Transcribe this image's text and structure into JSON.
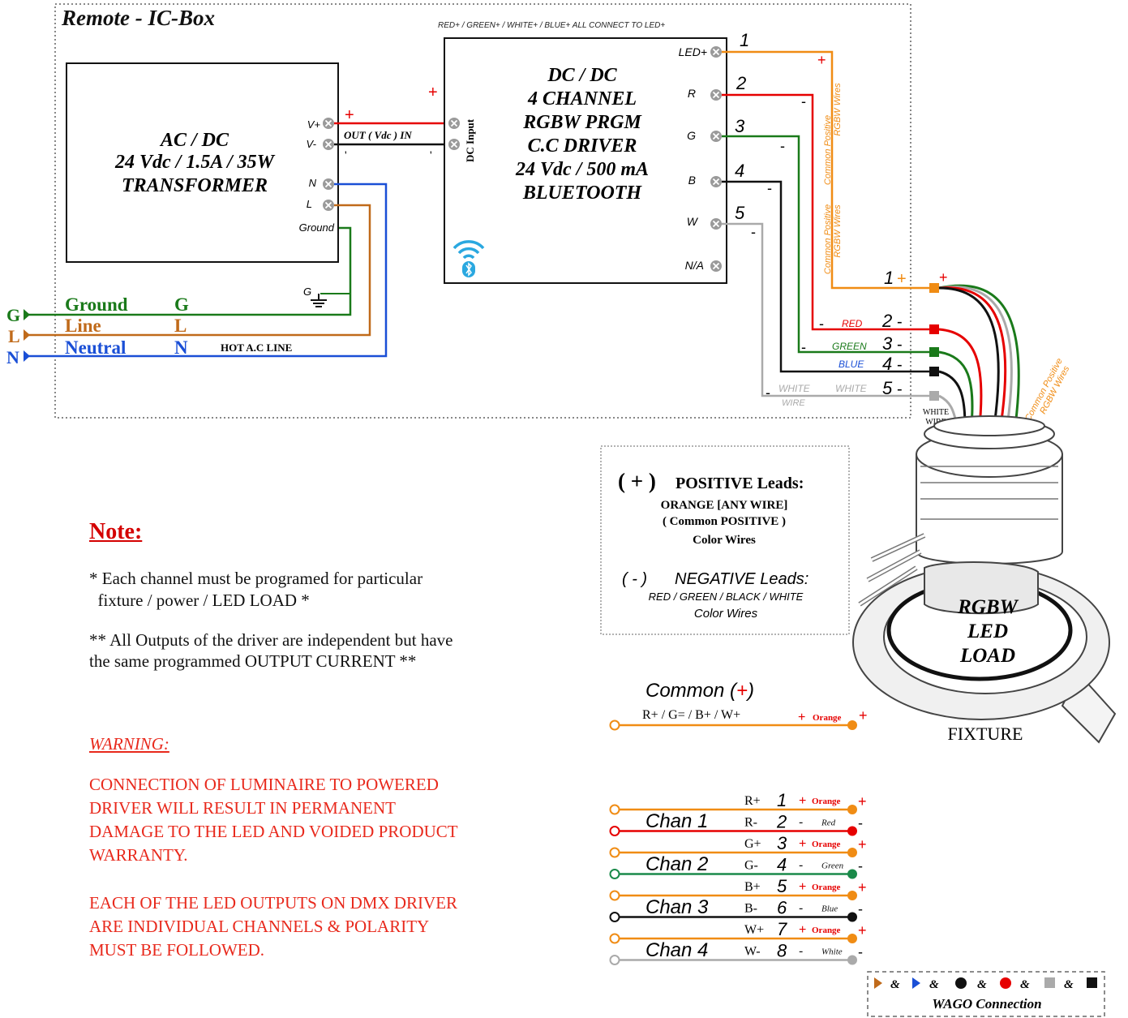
{
  "title": "Remote - IC-Box",
  "top_note": "RED+ / GREEN+ / WHITE+ / BLUE+ ALL CONNECT TO LED+",
  "transformer": {
    "line1": "AC / DC",
    "line2": "24 Vdc / 1.5A  / 35W",
    "line3": "TRANSFORMER",
    "terminals": [
      "V+",
      "V-",
      "N",
      "L",
      "Ground"
    ]
  },
  "out_label": "OUT  ( Vdc )   IN",
  "dc_input_label": "DC Input",
  "driver": {
    "lines": [
      "DC / DC",
      "4 CHANNEL",
      "RGBW PRGM",
      "C.C DRIVER",
      "24 Vdc / 500 mA",
      "BLUETOOTH"
    ],
    "terminals": [
      "LED+",
      "R",
      "G",
      "B",
      "W",
      "N/A"
    ]
  },
  "wire_numbers": [
    "1",
    "2",
    "3",
    "4",
    "5"
  ],
  "common_positive_label": "Common Positive",
  "rgbw_wires_label": "RGBW Wires",
  "ac_inputs": [
    {
      "letter": "G",
      "name": "Ground",
      "abbr": "G",
      "color": "#1a7a1a"
    },
    {
      "letter": "L",
      "name": "Line",
      "abbr": "L",
      "color": "#c06a1a"
    },
    {
      "letter": "N",
      "name": "Neutral",
      "abbr": "N",
      "color": "#1a4fd6"
    }
  ],
  "ground_symbol_label": "G",
  "hot_ac_line": "HOT A.C LINE",
  "load_wires": [
    {
      "num": "1",
      "sign": "+",
      "label": "",
      "color": "#f08c14"
    },
    {
      "num": "2",
      "sign": "-",
      "label": "RED",
      "color": "#e60000"
    },
    {
      "num": "3",
      "sign": "-",
      "label": "GREEN",
      "color": "#1a7a1a"
    },
    {
      "num": "4",
      "sign": "-",
      "label": "BLUE",
      "color": "#1a4fd6"
    },
    {
      "num": "5",
      "sign": "-",
      "label": "WHITE",
      "color": "#aaaaaa"
    }
  ],
  "white_wire_labels": [
    "WHITE",
    "WIRE"
  ],
  "fixture": {
    "lines": [
      "RGBW",
      "LED",
      "LOAD"
    ],
    "caption": "FIXTURE"
  },
  "legend": {
    "pos_title": "( + )",
    "pos_leads": "POSITIVE Leads:",
    "pos_lines": [
      "ORANGE [ANY WIRE]",
      "( Common POSITIVE )",
      "Color Wires"
    ],
    "neg_title": "( - )",
    "neg_leads": "NEGATIVE Leads:",
    "neg_lines": [
      "RED  /  GREEN  /  BLACK  /  WHITE",
      "Color Wires"
    ]
  },
  "note": {
    "title": "Note:",
    "lines": [
      "* Each channel must be programed for particular",
      "  fixture / power / LED LOAD *",
      "** All Outputs of the driver are independent but have",
      "the same programmed OUTPUT CURRENT **"
    ]
  },
  "warning": {
    "title": "WARNING:",
    "lines": [
      "CONNECTION OF LUMINAIRE TO POWERED",
      "DRIVER WILL RESULT IN PERMANENT",
      "DAMAGE TO THE LED AND VOIDED PRODUCT",
      "WARRANTY.",
      "EACH OF THE LED OUTPUTS ON DMX DRIVER",
      "ARE INDIVIDUAL CHANNELS & POLARITY",
      "MUST BE FOLLOWED."
    ]
  },
  "common": {
    "title": "Common (",
    "plus": "+",
    "close": ")",
    "pins": "R+ / G= / B+ / W+",
    "wire_label": "Orange"
  },
  "channels": [
    {
      "name": "Chan 1",
      "rows": [
        {
          "pin": "R+",
          "num": "1",
          "sign": "+",
          "label": "Orange",
          "color": "#f08c14"
        },
        {
          "pin": "R-",
          "num": "2",
          "sign": "-",
          "label": "Red",
          "color": "#e60000"
        }
      ]
    },
    {
      "name": "Chan 2",
      "rows": [
        {
          "pin": "G+",
          "num": "3",
          "sign": "+",
          "label": "Orange",
          "color": "#f08c14"
        },
        {
          "pin": "G-",
          "num": "4",
          "sign": "-",
          "label": "Green",
          "color": "#1a8a4a"
        }
      ]
    },
    {
      "name": "Chan 3",
      "rows": [
        {
          "pin": "B+",
          "num": "5",
          "sign": "+",
          "label": "Orange",
          "color": "#f08c14"
        },
        {
          "pin": "B-",
          "num": "6",
          "sign": "-",
          "label": "Blue",
          "color": "#111111"
        }
      ]
    },
    {
      "name": "Chan 4",
      "rows": [
        {
          "pin": "W+",
          "num": "7",
          "sign": "+",
          "label": "Orange",
          "color": "#f08c14"
        },
        {
          "pin": "W-",
          "num": "8",
          "sign": "-",
          "label": "White",
          "color": "#aaaaaa"
        }
      ]
    }
  ],
  "wago": {
    "label": "WAGO Connection",
    "amp": "&"
  }
}
